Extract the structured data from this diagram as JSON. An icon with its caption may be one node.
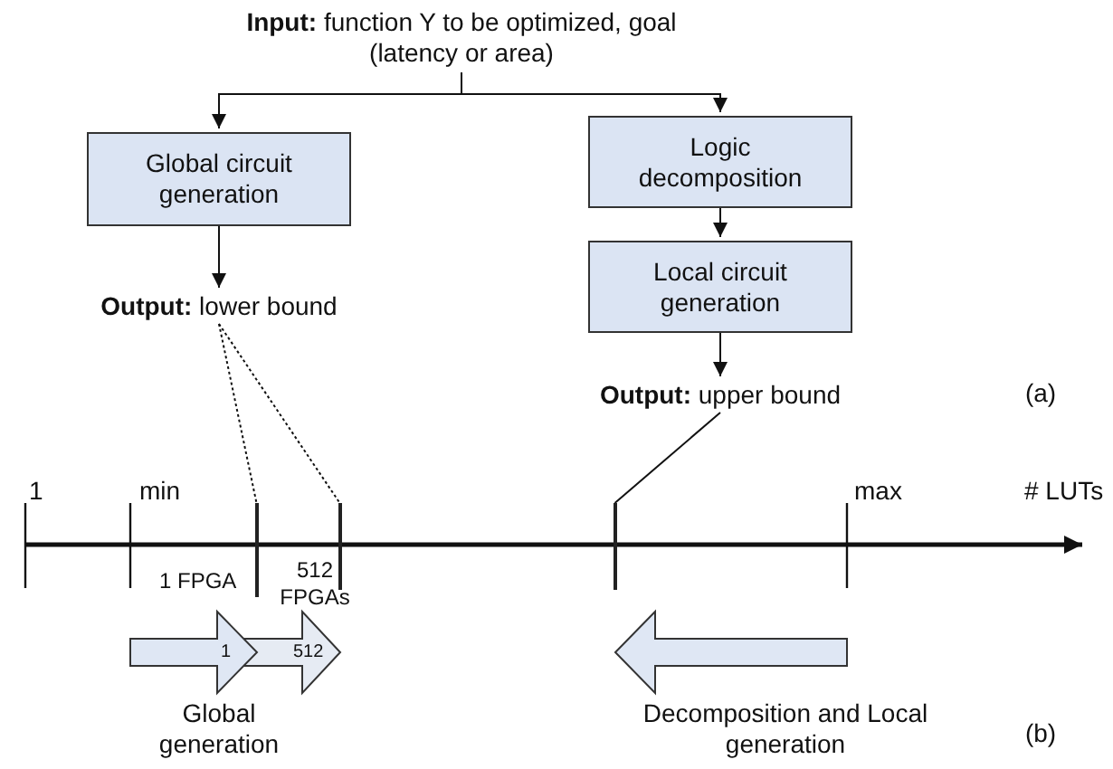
{
  "diagram": {
    "nodes": [
      {
        "text": [
          "**Input:** function Y to be optimized, goal (latency or area)"
        ]
      },
      {
        "text": [
          "Global circuit generation"
        ]
      },
      {
        "text": [
          "Logic decomposition"
        ]
      },
      {
        "text": [
          "Local circuit generation"
        ]
      },
      {
        "text": [
          "**Output:** lower bound"
        ]
      },
      {
        "text": [
          "**Output:** upper bound"
        ]
      },
      {
        "text": [],
        "shape": "bar"
      },
      {
        "text": [],
        "shape": "bar"
      },
      {
        "text": [],
        "shape": "bar"
      }
    ],
    "edges": [
      {
        "from": 0,
        "to": 1,
        "arrow": "to"
      },
      {
        "from": 0,
        "to": 2,
        "arrow": "to"
      },
      {
        "from": 2,
        "to": 3,
        "arrow": "to"
      },
      {
        "from": 1,
        "to": 4,
        "arrow": "to"
      },
      {
        "from": 3,
        "to": 5,
        "arrow": "to"
      },
      {
        "from": 4,
        "to": 6,
        "arrow": "none",
        "style": "dashed"
      },
      {
        "from": 4,
        "to": 7,
        "arrow": "none",
        "style": "dashed"
      },
      {
        "from": 5,
        "to": 8,
        "arrow": "none"
      }
    ],
    "labels": [
      "(a)",
      "1",
      "min",
      "max",
      "# LUTs",
      "1 FPGA",
      "512 FPGAs",
      "1",
      "512",
      "Global generation",
      "Decomposition and Local generation",
      "(b)"
    ]
  }
}
